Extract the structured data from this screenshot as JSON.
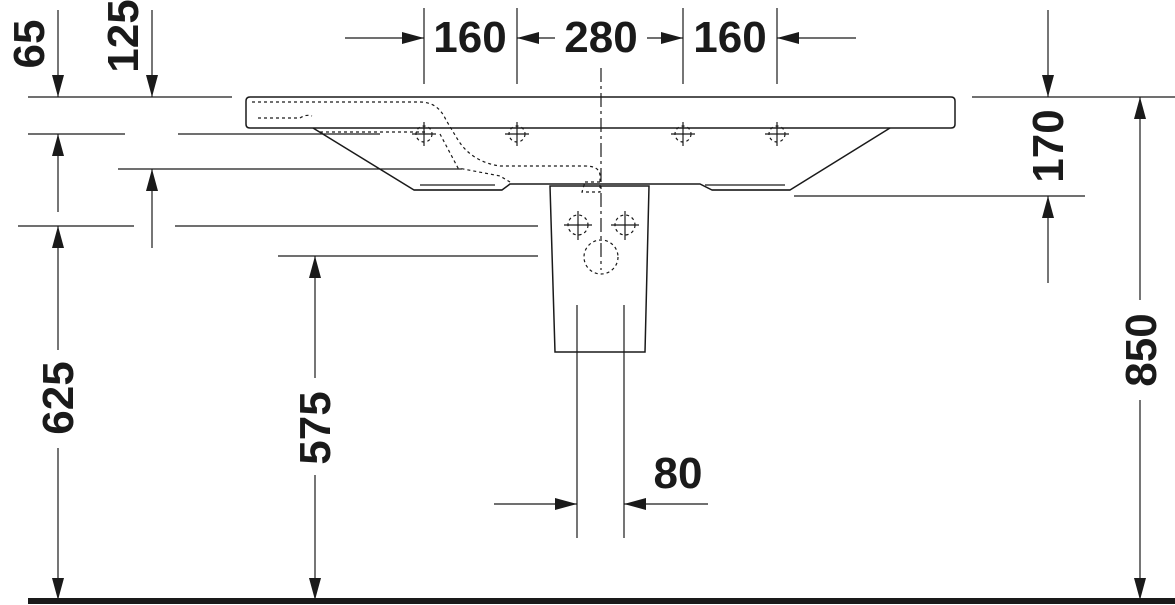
{
  "dimensions": {
    "d65": "65",
    "d125": "125",
    "d160_left": "160",
    "d280": "280",
    "d160_right": "160",
    "d170": "170",
    "d850": "850",
    "d625": "625",
    "d575": "575",
    "d80": "80"
  }
}
